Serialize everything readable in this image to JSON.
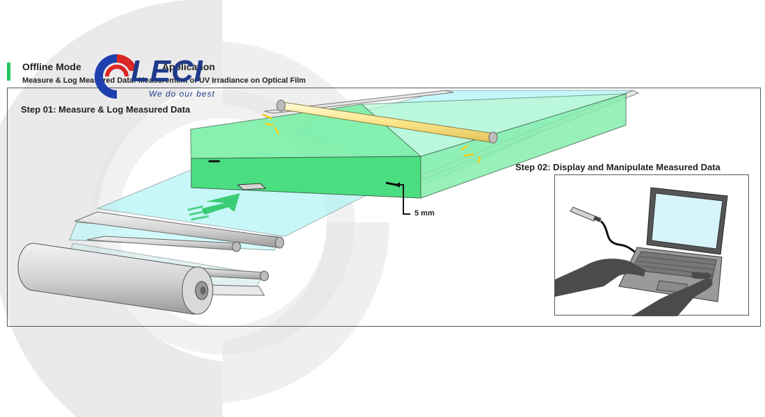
{
  "header": {
    "mode_title": "Offline Mode",
    "application_label": "Application",
    "subtitle": "Measure & Log Measured Data: Measurement of UV Irradiance on Optical Film"
  },
  "logo": {
    "brand": "LECI",
    "tagline": "We do our best"
  },
  "steps": {
    "step1": "Step 01: Measure & Log Measured Data",
    "step2": "Step 02: Display and Manipulate Measured Data"
  },
  "annotations": {
    "gap_label": "5 mm"
  },
  "colors": {
    "accent_green": "#22c55e",
    "film_cyan": "#a5f3f6",
    "chamber_green": "#6ee7a3",
    "lamp_yellow": "#fde68a",
    "logo_blue": "#1e3a8a",
    "logo_red": "#dc2626"
  }
}
